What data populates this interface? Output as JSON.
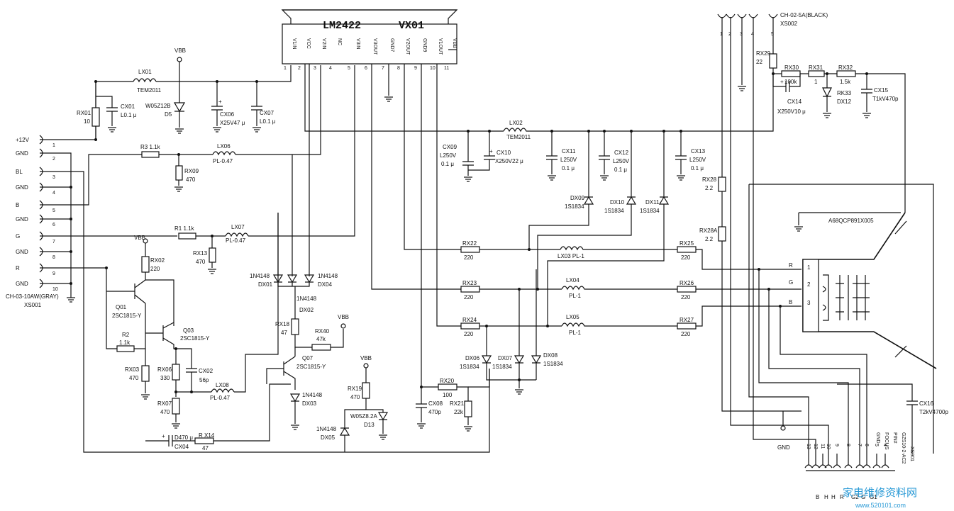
{
  "ic": {
    "name": "LM2422",
    "code": "VX01",
    "pins": [
      "V1IN",
      "VCC",
      "V2IN",
      "NC",
      "V3IN",
      "V3OUT",
      "GND7",
      "V2OUT",
      "GND9",
      "V1OUT",
      "VBB"
    ],
    "pin_numbers": [
      "1",
      "2",
      "3",
      "4",
      "5",
      "6",
      "7",
      "8",
      "9",
      "10",
      "11"
    ]
  },
  "connector_left": {
    "name": "CH-03-10AW(GRAY)",
    "ref": "XS001",
    "signals": [
      "+12V",
      "GND",
      "BL",
      "GND",
      "B",
      "GND",
      "G",
      "GND",
      "R",
      "GND"
    ],
    "numbers": [
      "1",
      "2",
      "3",
      "4",
      "5",
      "6",
      "7",
      "8",
      "9",
      "10"
    ]
  },
  "connector_top": {
    "name": "CH-02-5A(BLACK)",
    "ref": "XS002",
    "numbers": [
      "1",
      "2",
      "3",
      "4",
      "5"
    ]
  },
  "connector_bottom": {
    "name": "GZS10-2-AC2",
    "ref": "XS901",
    "numbers": [
      "13",
      "12",
      "11",
      "10",
      "9",
      "8",
      "7",
      "6",
      "5",
      "4"
    ],
    "labels_bottom": [
      "B",
      "H",
      "H",
      "R",
      "G2",
      "G",
      "G1"
    ],
    "labels_side": [
      "GND",
      "FOCUS",
      "PIN#"
    ],
    "gnd": "GND"
  },
  "crt": {
    "name": "A68QCP891X005",
    "guns": [
      "R",
      "G",
      "B"
    ],
    "gun_pins": [
      "1",
      "2",
      "3"
    ]
  },
  "vbb": "VBB",
  "components": {
    "LX01": [
      "LX01",
      "TEM2011"
    ],
    "RX01": [
      "RX01",
      "10"
    ],
    "CX01": [
      "CX01",
      "L0.1 μ"
    ],
    "D5": [
      "W05Z12B",
      "D5"
    ],
    "CX06": [
      "CX06",
      "X25V47 μ"
    ],
    "CX07": [
      "CX07",
      "L0.1 μ"
    ],
    "R3": [
      "R3 1.1k"
    ],
    "RX09": [
      "RX09",
      "470"
    ],
    "LX06": [
      "LX06",
      "PL-0.47"
    ],
    "R1": [
      "R1  1.1k"
    ],
    "RX13": [
      "RX13",
      "470"
    ],
    "LX07": [
      "LX07",
      "PL-0.47"
    ],
    "RX02": [
      "RX02",
      "220"
    ],
    "Q01": [
      "Q01",
      "2SC1815-Y"
    ],
    "Q03": [
      "Q03",
      "2SC1815-Y"
    ],
    "R2": [
      "R2",
      "1.1k"
    ],
    "RX03": [
      "RX03",
      "470"
    ],
    "RX06": [
      "RX06",
      "330"
    ],
    "CX02": [
      "CX02",
      "56p"
    ],
    "RX07": [
      "RX07",
      "470"
    ],
    "LX08": [
      "LX08",
      "PL-0.47"
    ],
    "CX04": [
      "D470 μ",
      "CX04"
    ],
    "RX14": [
      "R X14",
      "47"
    ],
    "DX01": [
      "1N4148",
      "DX01"
    ],
    "DX04": [
      "1N4148",
      "DX04"
    ],
    "DX02": [
      "1N4148",
      "DX02"
    ],
    "RX18": [
      "RX18",
      "47"
    ],
    "RX40": [
      "RX40",
      "47k"
    ],
    "Q07": [
      "Q07",
      "2SC1815-Y"
    ],
    "DX03": [
      "1N4148",
      "DX03"
    ],
    "DX05": [
      "1N4148",
      "DX05"
    ],
    "RX19": [
      "RX19",
      "470"
    ],
    "D13": [
      "W05Z8.2A",
      "D13"
    ],
    "CX08": [
      "CX08",
      "470p"
    ],
    "RX20": [
      "RX20",
      "100"
    ],
    "RX21": [
      "RX21",
      "22k"
    ],
    "CX09": [
      "CX09",
      "L250V",
      "0.1 μ"
    ],
    "CX10": [
      "CX10",
      "X250V22 μ"
    ],
    "LX02": [
      "LX02",
      "TEM2011"
    ],
    "CX11": [
      "CX11",
      "L250V",
      "0.1 μ"
    ],
    "CX12": [
      "CX12",
      "L250V",
      "0.1 μ"
    ],
    "CX13": [
      "CX13",
      "L250V",
      "0.1 μ"
    ],
    "DX09": [
      "DX09",
      "1S1834"
    ],
    "DX10": [
      "DX10",
      "1S1834"
    ],
    "DX11": [
      "DX11",
      "1S1834"
    ],
    "RX22": [
      "RX22",
      "220"
    ],
    "RX23": [
      "RX23",
      "220"
    ],
    "RX24": [
      "RX24",
      "220"
    ],
    "LX03": [
      "LX03 PL-1"
    ],
    "LX04": [
      "LX04",
      "PL-1"
    ],
    "LX05": [
      "LX05",
      "PL-1"
    ],
    "RX25": [
      "RX25",
      "220"
    ],
    "RX26": [
      "RX26",
      "220"
    ],
    "RX27": [
      "RX27",
      "220"
    ],
    "DX06": [
      "DX06",
      "1S1834"
    ],
    "DX07": [
      "DX07",
      "1S1834"
    ],
    "DX08": [
      "DX08",
      "1S1834"
    ],
    "RX28": [
      "RX28",
      "2.2"
    ],
    "RX28A": [
      "RX28A",
      "2.2"
    ],
    "RX29": [
      "RX29",
      "22"
    ],
    "RX30": [
      "RX30",
      "100k"
    ],
    "RX31": [
      "RX31",
      "1"
    ],
    "RX32": [
      "RX32",
      "1.5k"
    ],
    "RK33": [
      "RK33",
      "DX12"
    ],
    "CX14": [
      "CX14",
      "X250V10 μ"
    ],
    "CX15": [
      "CX15",
      "T1kV470p"
    ],
    "CX16": [
      "CX16",
      "T2kV4700p"
    ]
  },
  "watermark": {
    "text": "家电维修资料网",
    "url": "www.520101.com"
  }
}
